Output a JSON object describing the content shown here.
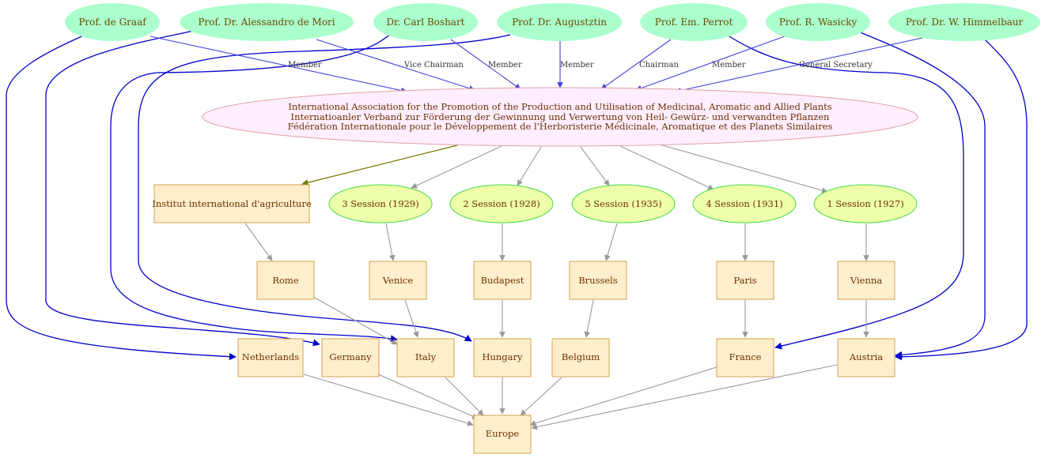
{
  "colors": {
    "person_fill": "#aaffcc",
    "person_text": "#6b4a00",
    "assoc_fill": "#ffeeff",
    "assoc_stroke": "#e0a0a0",
    "assoc_text": "#6b3000",
    "session_fill": "#eeffaa",
    "session_stroke": "#44dd44",
    "box_fill": "#ffeecc",
    "box_stroke": "#d4a050",
    "box_text": "#6b3000",
    "edge_blue": "#0000cc",
    "edge_blue_light": "#4444dd",
    "edge_gray": "#999999",
    "edge_olive": "#777700"
  },
  "persons": [
    {
      "id": "graaf",
      "label": "Prof. de Graaf"
    },
    {
      "id": "mori",
      "label": "Prof. Dr. Alessandro  de Mori"
    },
    {
      "id": "boshart",
      "label": "Dr. Carl Boshart"
    },
    {
      "id": "augustztin",
      "label": "Prof. Dr. Augustztin"
    },
    {
      "id": "perrot",
      "label": "Prof. Em. Perrot"
    },
    {
      "id": "wasicky",
      "label": "Prof. R. Wasicky"
    },
    {
      "id": "himmelbaur",
      "label": "Prof. Dr. W. Himmelbaur"
    }
  ],
  "association": {
    "line1": "International Association for the Promotion of the Production and Utilisation of Medicinal, Aromatic and Allied Plants",
    "line2": "Internatioanler Verband zur Förderung der Gewinnung und Verwertung von Heil- Gewürz- und verwandten Pflanzen",
    "line3": "Fédération Internationale pour le Développement de l'Herboristerie Médicinale, Aromatique et des Planets Similaires"
  },
  "roles": [
    {
      "from": "graaf",
      "label": "Member"
    },
    {
      "from": "mori",
      "label": "Vice Chairman"
    },
    {
      "from": "boshart",
      "label": "Member"
    },
    {
      "from": "augustztin",
      "label": "Member"
    },
    {
      "from": "perrot",
      "label": "Chairman"
    },
    {
      "from": "wasicky",
      "label": "Member"
    },
    {
      "from": "himmelbaur",
      "label": "General Secretary"
    }
  ],
  "institute": {
    "label": "Institut international d'agriculture"
  },
  "sessions": [
    {
      "id": "s3",
      "label": "3 Session (1929)"
    },
    {
      "id": "s2",
      "label": "2 Session (1928)"
    },
    {
      "id": "s5",
      "label": "5 Session (1935)"
    },
    {
      "id": "s4",
      "label": "4 Session (1931)"
    },
    {
      "id": "s1",
      "label": "1 Session (1927)"
    }
  ],
  "cities": [
    {
      "id": "rome",
      "label": "Rome"
    },
    {
      "id": "venice",
      "label": "Venice"
    },
    {
      "id": "budapest",
      "label": "Budapest"
    },
    {
      "id": "brussels",
      "label": "Brussels"
    },
    {
      "id": "paris",
      "label": "Paris"
    },
    {
      "id": "vienna",
      "label": "Vienna"
    }
  ],
  "countries": [
    {
      "id": "netherlands",
      "label": "Netherlands"
    },
    {
      "id": "germany",
      "label": "Germany"
    },
    {
      "id": "italy",
      "label": "Italy"
    },
    {
      "id": "hungary",
      "label": "Hungary"
    },
    {
      "id": "belgium",
      "label": "Belgium"
    },
    {
      "id": "france",
      "label": "France"
    },
    {
      "id": "austria",
      "label": "Austria"
    }
  ],
  "continent": {
    "label": "Europe"
  }
}
